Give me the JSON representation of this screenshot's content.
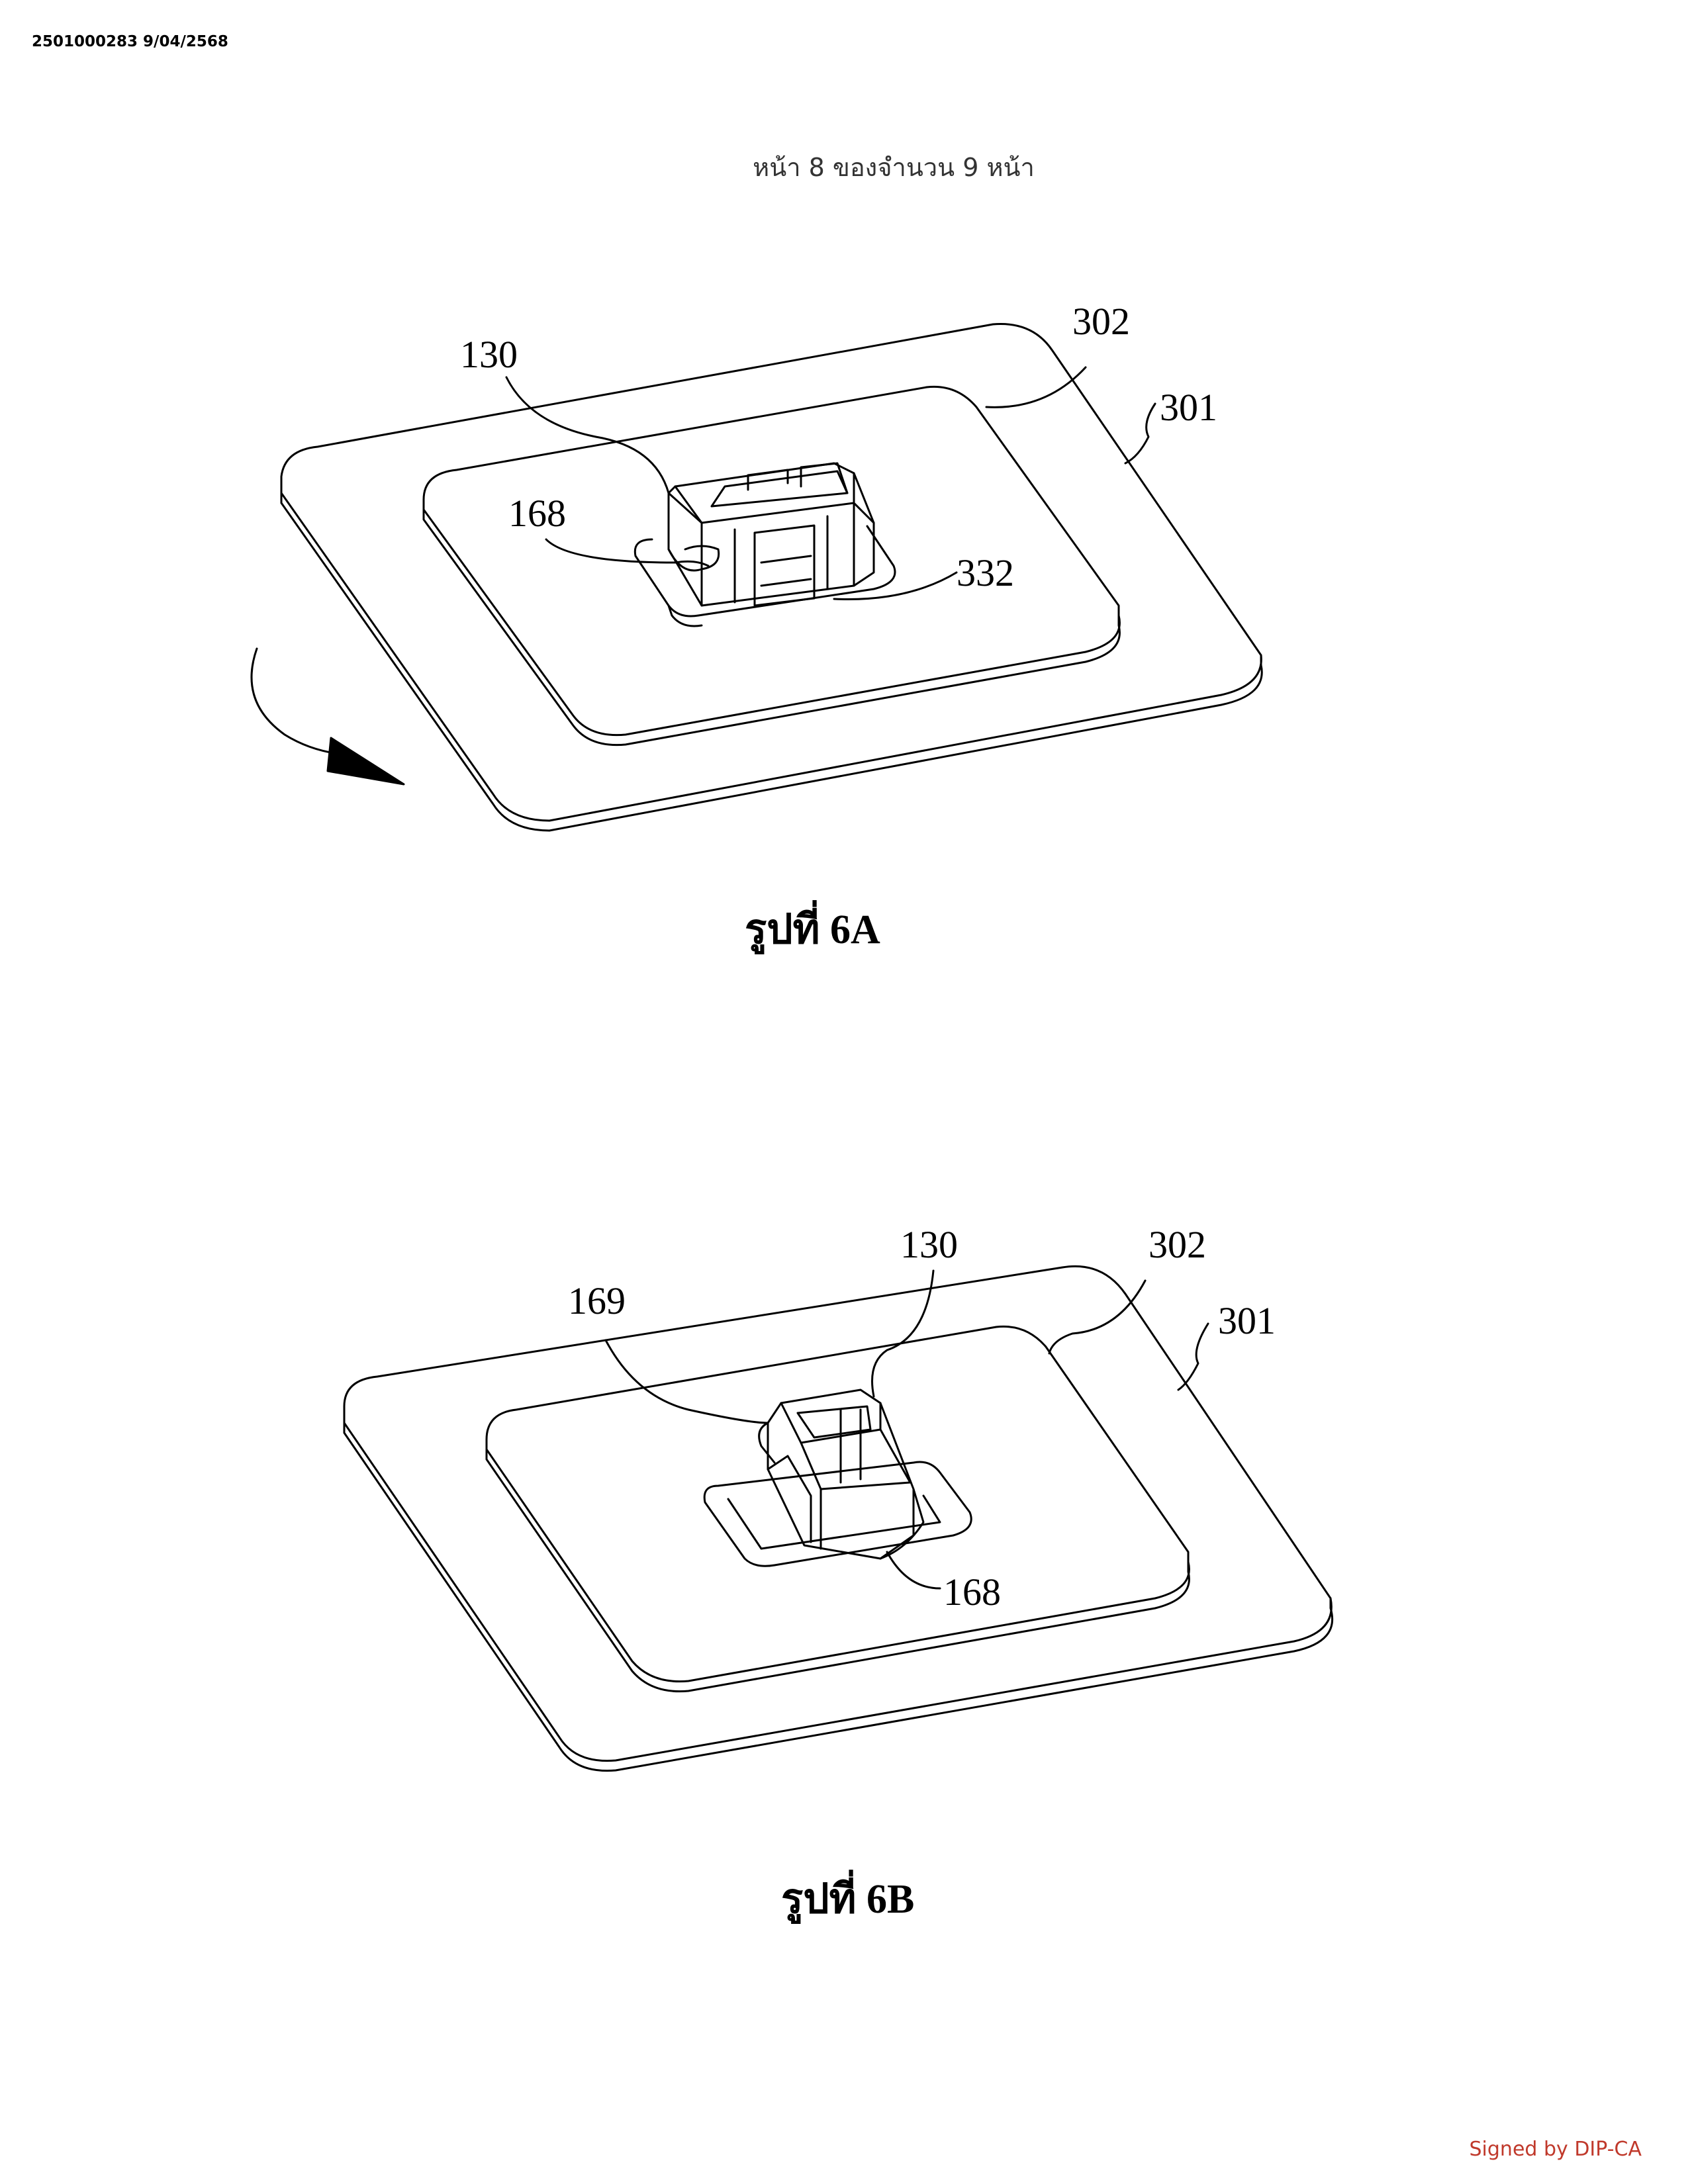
{
  "header": {
    "stamp": "2501000283 9/04/2568",
    "page_number": "หน้า 8 ของจำนวน 9 หน้า"
  },
  "figures": [
    {
      "caption": "รูปที่ 6A",
      "labels": [
        "130",
        "302",
        "301",
        "168",
        "332"
      ]
    },
    {
      "caption": "รูปที่ 6B",
      "labels": [
        "130",
        "302",
        "169",
        "301",
        "168"
      ]
    }
  ],
  "footer": {
    "signature": "Signed by DIP-CA"
  },
  "colors": {
    "signature": "#c0392b",
    "line": "#000000"
  }
}
